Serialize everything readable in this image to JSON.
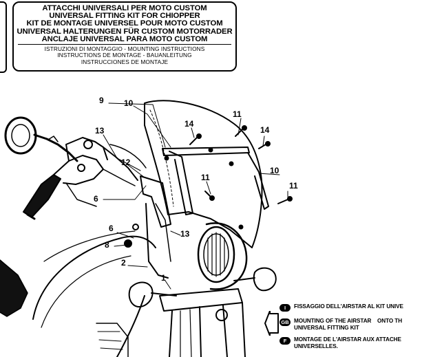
{
  "header": {
    "titles": [
      "ATTACCHI UNIVERSALI PER MOTO CUSTOM",
      "UNIVERSAL FITTING KIT FOR CHIOPPER",
      "KIT DE MONTAGE UNIVERSEL POUR MOTO CUSTOM",
      "UNIVERSAL HALTERUNGEN FÜR CUSTOM MOTORRADER",
      "ANCLAJE UNIVERSAL PARA MOTO CUSTOM"
    ],
    "instructions": [
      "ISTRUZIONI DI MONTAGGIO  -  MOUNTING INSTRUCTIONS",
      "INSTRUCTIONS DE MONTAGE - BAUANLEITUNG",
      "INSTRUCCIONES DE MONTAJE"
    ]
  },
  "callouts": {
    "c9": "9",
    "c10a": "10",
    "c11a": "11",
    "c14a": "14",
    "c14b": "14",
    "c13a": "13",
    "c12": "12",
    "c10b": "10",
    "c11b": "11",
    "c11c": "11",
    "c6a": "6",
    "c6b": "6",
    "c8": "8",
    "c13b": "13",
    "c2": "2",
    "c1": "1"
  },
  "legend": [
    {
      "badge": "I",
      "text": "FISSAGGIO DELL'AIRSTAR AL KIT UNIVE"
    },
    {
      "badge": "GB",
      "text": "MOUNTING OF THE AIRSTAR    ONTO TH\nUNIVERSAL FITTING KIT"
    },
    {
      "badge": "F",
      "text": "MONTAGE DE L'AIRSTAR AUX ATTACHE\nUNIVERSELLES."
    }
  ]
}
